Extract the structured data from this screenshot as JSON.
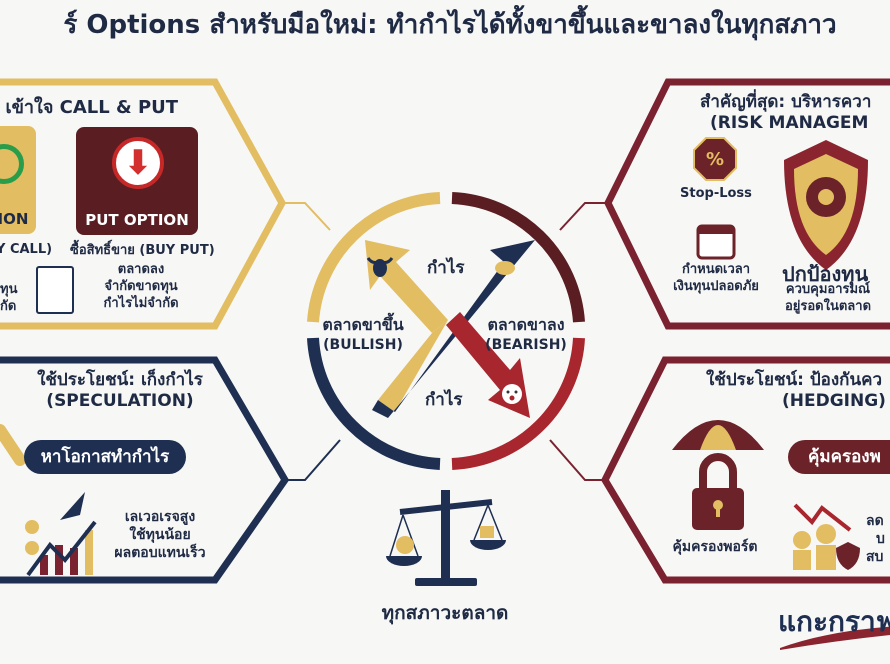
{
  "title": "ร์ Options สำหรับมือใหม่: ทำกำไรได้ทั้งขาขึ้นและขาลงในทุกสภาว",
  "colors": {
    "gold": "#e2bd62",
    "navy": "#1f2f52",
    "maroon": "#7a2230",
    "red": "#a8262e",
    "dark_maroon": "#5a1e22",
    "background": "#f7f7f5"
  },
  "top_left": {
    "heading": ": เข้าใจ CALL & PUT",
    "call_card": {
      "label": "ION",
      "icon": "up-arrow-circle-icon"
    },
    "put_card": {
      "label": "PUT OPTION",
      "icon": "down-arrow-circle-icon"
    },
    "call_caption": "Y CALL)",
    "call_lines": [
      "ทุน",
      "กัด"
    ],
    "put_caption": "ซื้อสิทธิ์ขาย (BUY PUT)",
    "put_lines": [
      "ตลาดลง",
      "จำกัดขาดทุน",
      "กำไรไม่จำกัด"
    ]
  },
  "top_right": {
    "heading": [
      "สำคัญที่สุด: บริหารควา",
      "(RISK MANAGEM"
    ],
    "stop_loss": "Stop-Loss",
    "time_lines": [
      "กำหนดเวลา",
      "เงินทุนปลอดภัย"
    ],
    "protect_title": "ปกป้องทุน",
    "protect_lines": [
      "ควบคุมอารมณ์",
      "อยู่รอดในตลาด"
    ]
  },
  "center": {
    "profit_top": "กำไร",
    "profit_bottom": "กำไร",
    "bullish": [
      "ตลาดขาขึ้น",
      "(BULLISH)"
    ],
    "bearish": [
      "ตลาดขาลง",
      "(BEARISH)"
    ],
    "all_markets": "ทุกสภาวะตลาด"
  },
  "bottom_left": {
    "heading": [
      "ใช้ประโยชน์: เก็งกำไร",
      "(SPECULATION)"
    ],
    "pill": "หาโอกาสทำกำไร",
    "lines": [
      "เลเวอเรจสูง",
      "ใช้ทุนน้อย",
      "ผลตอบแทนเร็ว"
    ]
  },
  "bottom_right": {
    "heading": [
      "ใช้ประโยชน์: ป้องกันคว",
      "(HEDGING)"
    ],
    "pill": "คุ้มครองพ",
    "lock_caption": "คุ้มครองพอร์ต",
    "lines": [
      "ลด",
      "บ",
      "สบ"
    ]
  },
  "logo": "แกะกราฟ"
}
